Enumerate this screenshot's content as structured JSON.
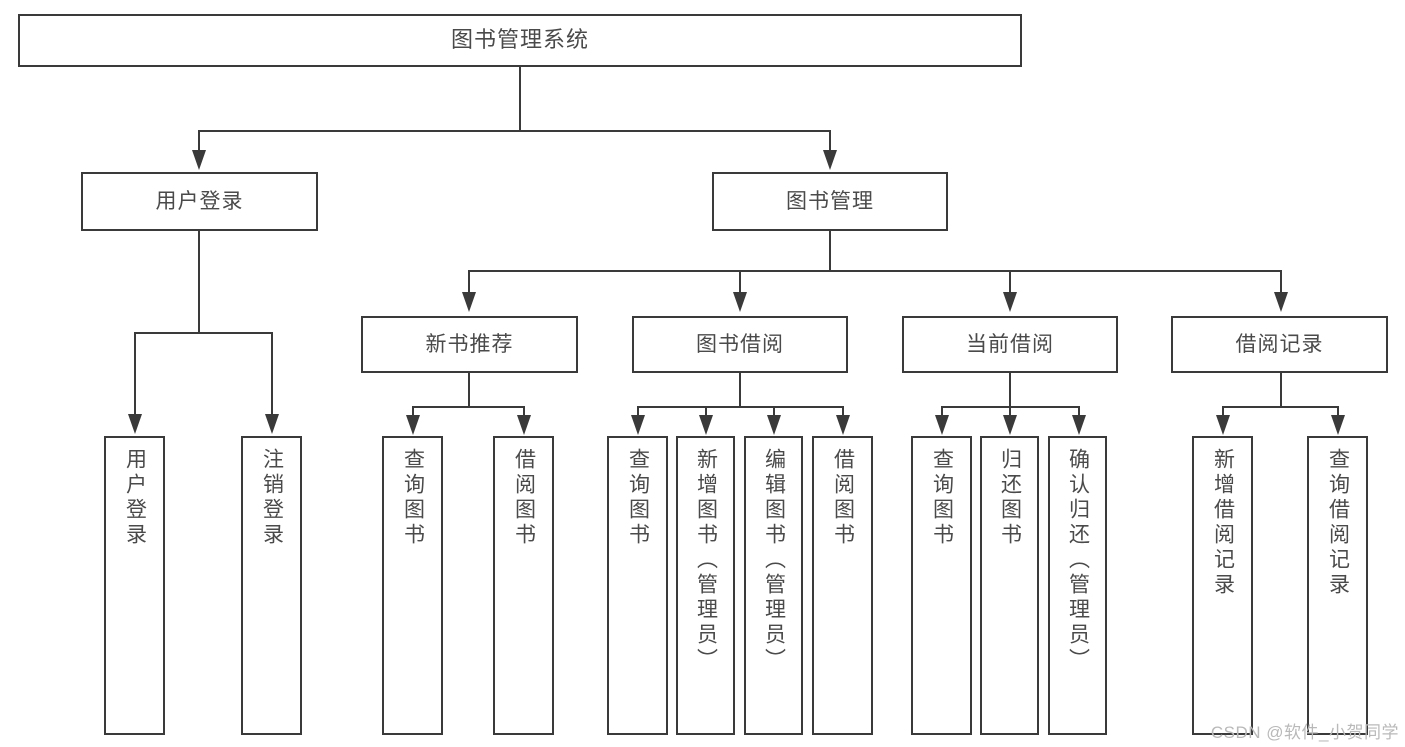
{
  "diagram": {
    "title": "图书管理系统",
    "type": "hierarchy-tree",
    "root": {
      "label": "图书管理系统"
    },
    "level2": [
      {
        "label": "用户登录"
      },
      {
        "label": "图书管理"
      }
    ],
    "level3": [
      {
        "label": "新书推荐"
      },
      {
        "label": "图书借阅"
      },
      {
        "label": "当前借阅"
      },
      {
        "label": "借阅记录"
      }
    ],
    "leaves": {
      "user_login": [
        {
          "label": "用户登录"
        },
        {
          "label": "注销登录"
        }
      ],
      "new_book_recommend": [
        {
          "label": "查询图书"
        },
        {
          "label": "借阅图书"
        }
      ],
      "book_borrow": [
        {
          "label": "查询图书"
        },
        {
          "label": "新增图书（管理员）"
        },
        {
          "label": "编辑图书（管理员）"
        },
        {
          "label": "借阅图书"
        }
      ],
      "current_borrow": [
        {
          "label": "查询图书"
        },
        {
          "label": "归还图书"
        },
        {
          "label": "确认归还（管理员）"
        }
      ],
      "borrow_record": [
        {
          "label": "新增借阅记录"
        },
        {
          "label": "查询借阅记录"
        }
      ]
    }
  },
  "watermark": {
    "text": "CSDN @软件_小贺同学"
  },
  "colors": {
    "stroke": "#3a3a3a",
    "text": "#4a4a4a",
    "background": "#ffffff",
    "watermark": "#b9b9b9"
  }
}
